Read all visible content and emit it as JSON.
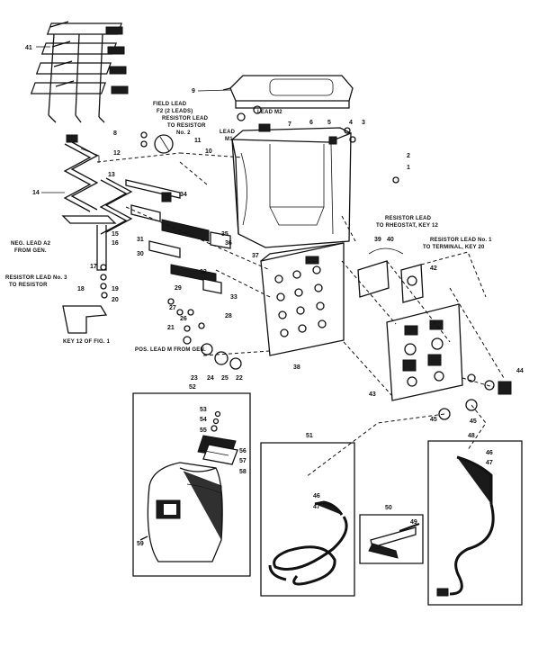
{
  "labels": {
    "field_lead": "FIELD LEAD",
    "field_lead_2": "F2 (2 LEADS)",
    "res_lead_r2_a": "RESISTOR LEAD",
    "res_lead_r2_b": "TO RESISTOR",
    "res_lead_r2_c": "No. 2",
    "lead_m2": "LEAD M2",
    "lead_m1_a": "LEAD",
    "lead_m1_b": "M1",
    "neg_lead_a": "NEG. LEAD A2",
    "neg_lead_b": "FROM GEN.",
    "res_lead_r3_a": "RESISTOR LEAD No. 3",
    "res_lead_r3_b": "TO RESISTOR",
    "key12": "KEY 12 OF FIG. 1",
    "pos_lead": "POS. LEAD M FROM GEN.",
    "rheo_a": "RESISTOR LEAD",
    "rheo_b": "TO RHEOSTAT, KEY 12",
    "term_a": "RESISTOR LEAD No. 1",
    "term_b": "TO TERMINAL, KEY 20"
  },
  "part_numbers": {
    "n1": "1",
    "n2": "2",
    "n3": "3",
    "n4": "4",
    "n5": "5",
    "n6": "6",
    "n7": "7",
    "n8": "8",
    "n9": "9",
    "n10": "10",
    "n11": "11",
    "n12": "12",
    "n13": "13",
    "n14": "14",
    "n15": "15",
    "n16": "16",
    "n17": "17",
    "n18": "18",
    "n19": "19",
    "n20": "20",
    "n21": "21",
    "n22": "22",
    "n23": "23",
    "n24": "24",
    "n25": "25",
    "n26": "26",
    "n27": "27",
    "n28": "28",
    "n29": "29",
    "n30": "30",
    "n31": "31",
    "n32": "32",
    "n33": "33",
    "n34": "34",
    "n35": "35",
    "n36": "36",
    "n37": "37",
    "n38": "38",
    "n39": "39",
    "n40": "40",
    "n41": "41",
    "n42": "42",
    "n43": "43",
    "n44": "44",
    "n45": "45",
    "n46": "46",
    "n47": "47",
    "n48": "48",
    "n49": "49",
    "n50": "50",
    "n51": "51",
    "n52": "52",
    "n53": "53",
    "n54": "54",
    "n55": "55",
    "n56": "56",
    "n57": "57",
    "n58": "58",
    "n59": "59"
  }
}
